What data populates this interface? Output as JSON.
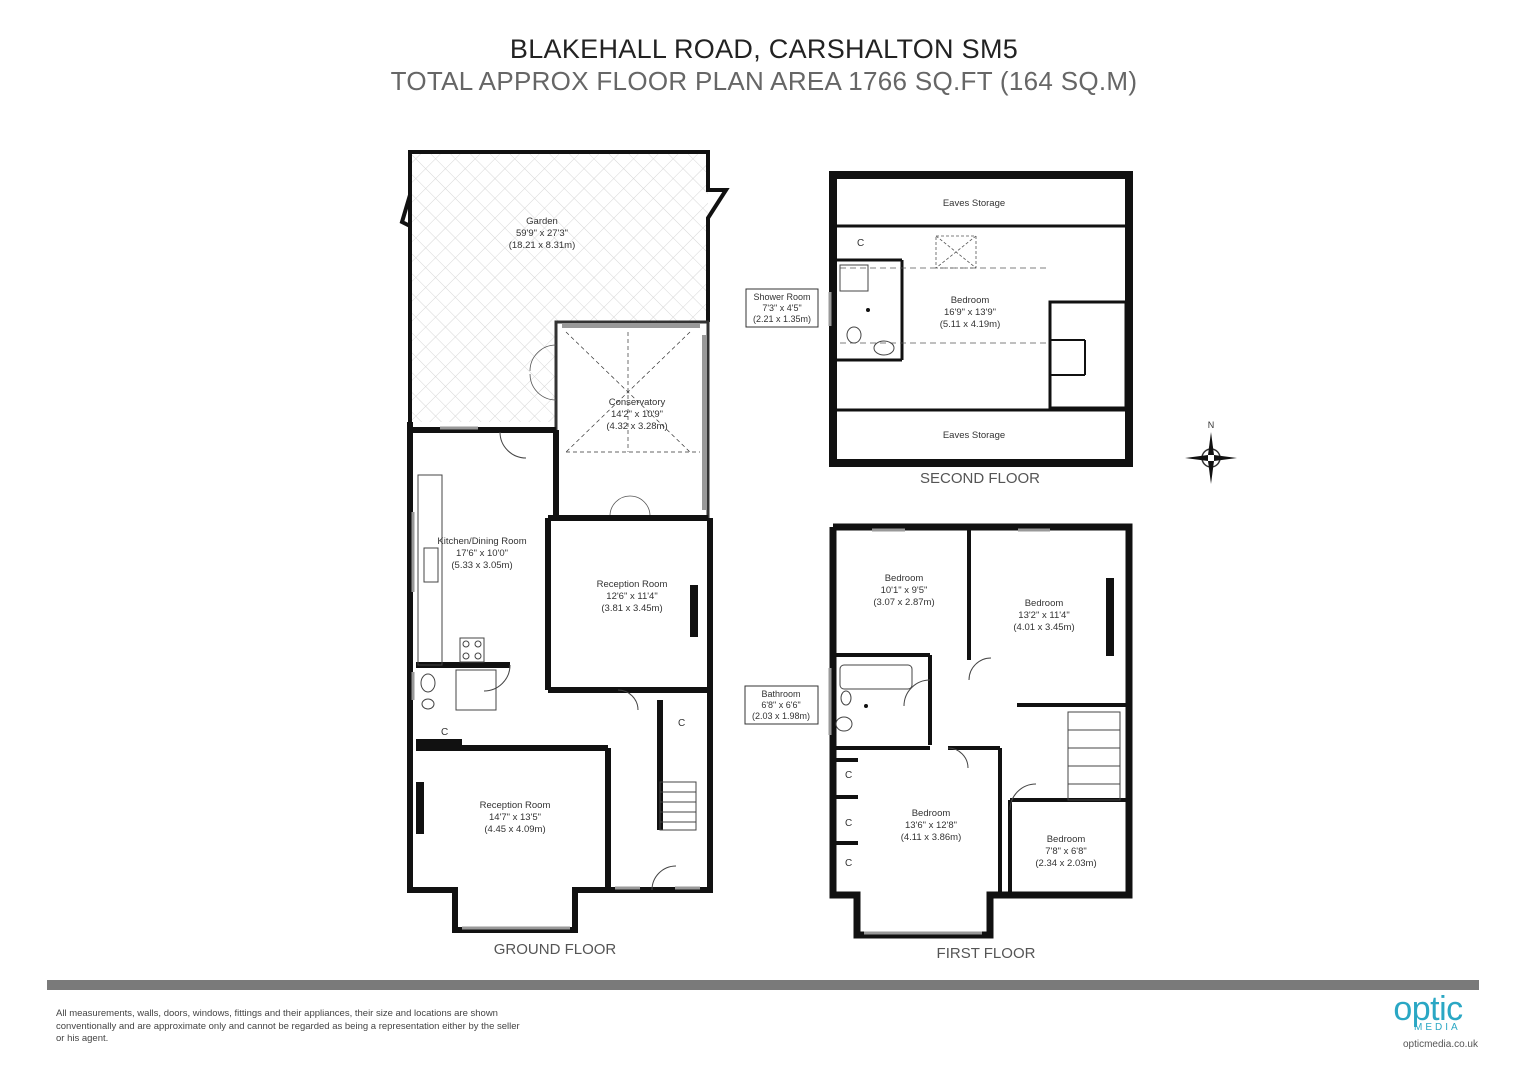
{
  "header": {
    "address": "BLAKEHALL ROAD, CARSHALTON SM5",
    "area": "TOTAL APPROX FLOOR PLAN AREA 1766 SQ.FT (164 SQ.M)"
  },
  "floors": {
    "ground": "GROUND FLOOR",
    "first": "FIRST FLOOR",
    "second": "SECOND FLOOR"
  },
  "rooms": {
    "garden": {
      "name": "Garden",
      "imperial": "59'9\" x 27'3\"",
      "metric": "(18.21 x 8.31m)"
    },
    "conservatory": {
      "name": "Conservatory",
      "imperial": "14'2\" x 10'9\"",
      "metric": "(4.32 x 3.28m)"
    },
    "kitchen": {
      "name": "Kitchen/Dining Room",
      "imperial": "17'6\" x 10'0\"",
      "metric": "(5.33 x 3.05m)"
    },
    "reception_rear": {
      "name": "Reception Room",
      "imperial": "12'6\" x 11'4\"",
      "metric": "(3.81 x 3.45m)"
    },
    "reception_front": {
      "name": "Reception Room",
      "imperial": "14'7\" x 13'5\"",
      "metric": "(4.45 x 4.09m)"
    },
    "bedroom_top": {
      "name": "Bedroom",
      "imperial": "16'9\" x 13'9\"",
      "metric": "(5.11 x 4.19m)"
    },
    "shower": {
      "name": "Shower Room",
      "imperial": "7'3\" x 4'5\"",
      "metric": "(2.21 x 1.35m)"
    },
    "bedroom_1": {
      "name": "Bedroom",
      "imperial": "10'1\" x 9'5\"",
      "metric": "(3.07 x 2.87m)"
    },
    "bedroom_2": {
      "name": "Bedroom",
      "imperial": "13'2\" x 11'4\"",
      "metric": "(4.01 x 3.45m)"
    },
    "bathroom": {
      "name": "Bathroom",
      "imperial": "6'8\" x 6'6\"",
      "metric": "(2.03 x 1.98m)"
    },
    "bedroom_3": {
      "name": "Bedroom",
      "imperial": "13'6\" x 12'8\"",
      "metric": "(4.11 x 3.86m)"
    },
    "bedroom_4": {
      "name": "Bedroom",
      "imperial": "7'8\" x 6'8\"",
      "metric": "(2.34 x 2.03m)"
    }
  },
  "labels": {
    "eaves_top": "Eaves Storage",
    "eaves_bottom": "Eaves Storage",
    "cupboard": "C",
    "compass_n": "N"
  },
  "footer": {
    "disclaimer": "All measurements, walls, doors, windows, fittings and their appliances, their size and locations are shown conventionally and are approximate only and cannot be regarded as being a representation either by the seller or his agent.",
    "logo_word": "optic",
    "logo_sub": "MEDIA",
    "logo_url": "opticmedia.co.uk"
  },
  "colors": {
    "wall": "#111111",
    "accent": "#2aa7c4"
  }
}
